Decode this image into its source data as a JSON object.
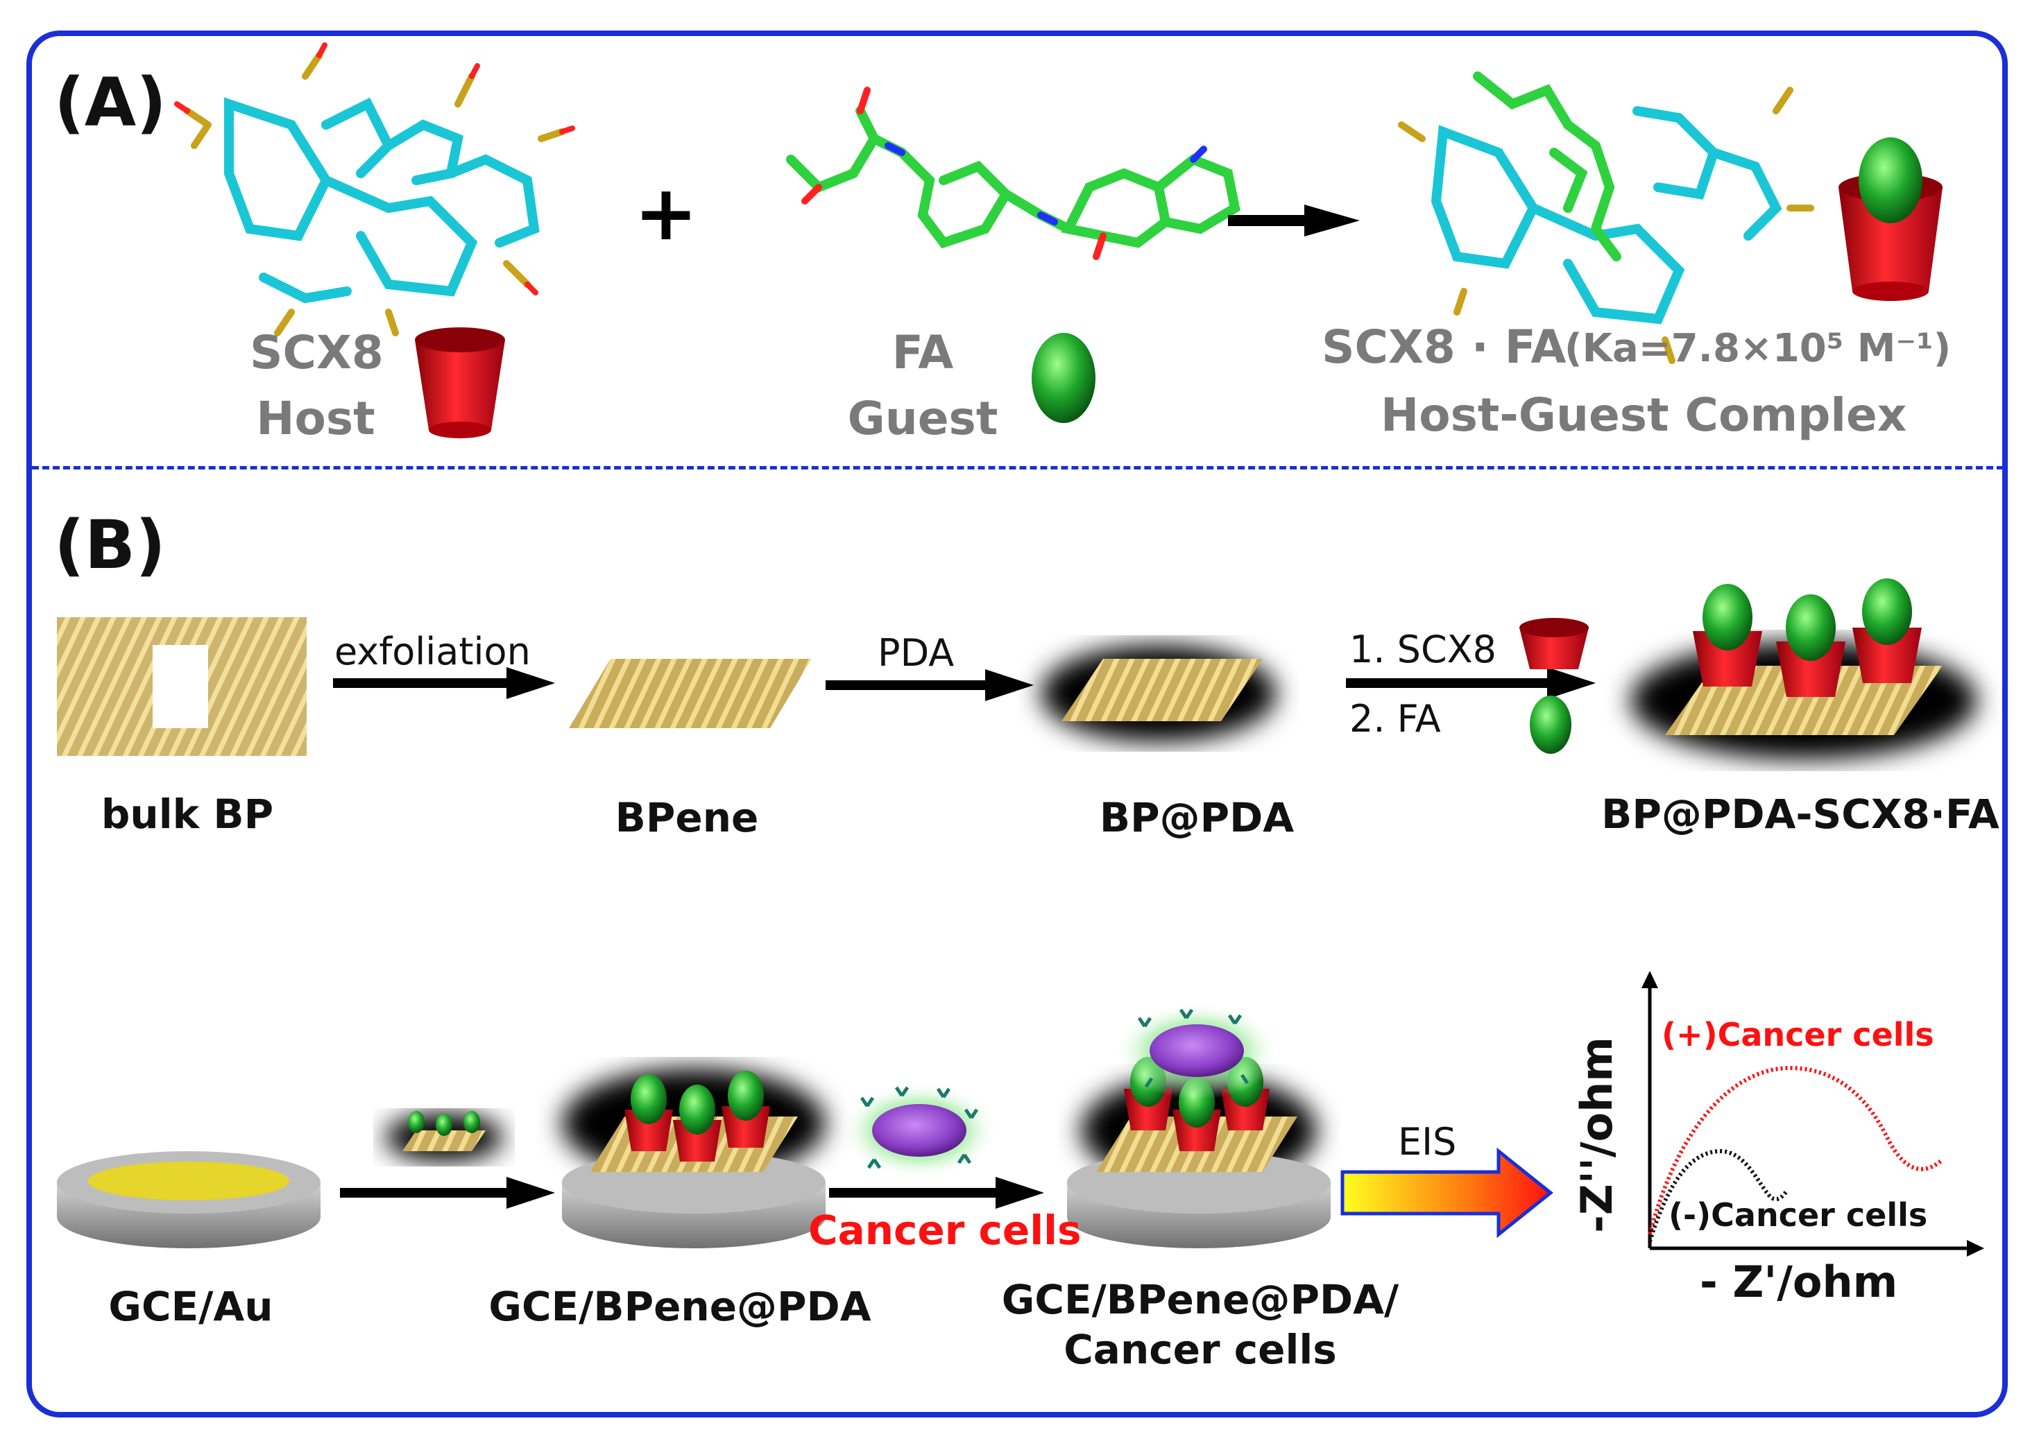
{
  "panel_a": {
    "label": "(A)",
    "host_name": "SCX8",
    "host_role": "Host",
    "guest_name": "FA",
    "guest_role": "Guest",
    "plus": "+",
    "complex_name": "SCX8 · FA",
    "ka_text": "(Ka=7.8×10⁵ M⁻¹)",
    "complex_role": "Host-Guest Complex"
  },
  "panel_b": {
    "label": "(B)",
    "bulk_bp": "bulk BP",
    "exfoliation": "exfoliation",
    "bpene": "BPene",
    "pda": "PDA",
    "bp_pda": "BP@PDA",
    "step1": "1. SCX8",
    "step2": "2. FA",
    "bp_pda_scx8_fa": "BP@PDA-SCX8·FA",
    "gce_au": "GCE/Au",
    "gce_bpene_pda": "GCE/BPene@PDA",
    "cancer_cells_arrow": "Cancer cells",
    "gce_cells_line1": "GCE/BPene@PDA/",
    "gce_cells_line2": "Cancer cells",
    "eis": "EIS",
    "pos_curve": "(+)Cancer cells",
    "neg_curve": "(-)Cancer cells",
    "x_axis": "- Z'/ohm",
    "y_axis": "-Z''/ohm"
  },
  "colors": {
    "frame": "#1a2fd6",
    "host_cup": "#e0141c",
    "guest": "#1fa82c",
    "bp_sheet": "#d8c07a",
    "cell": "#8a3fc6",
    "pos_curve": "#ff1010",
    "neg_curve": "#111111"
  }
}
